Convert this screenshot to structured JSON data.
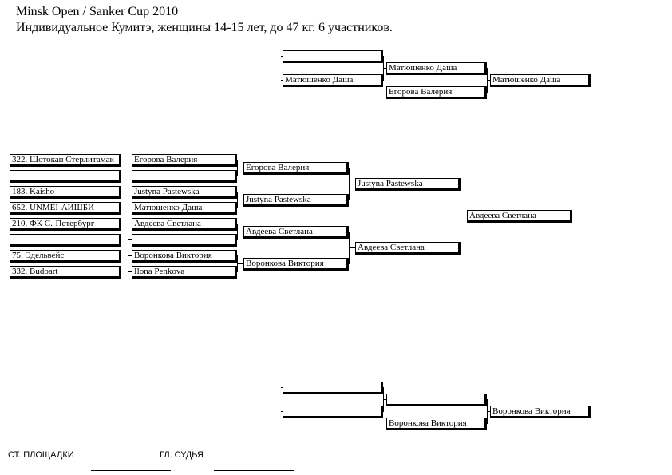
{
  "header": {
    "title": "Minsk Open / Sanker Cup 2010",
    "subtitle": "Индивидуальное Кумитэ, женщины 14-15 лет, до  47 кг. 6 участников."
  },
  "clubs": [
    "322. Шотокан Стерлитамак",
    "",
    "183. Kaisho",
    "652. UNMEI-АИШБИ",
    "210. ФК С.-Петербург",
    "",
    "75. Эдельвейс",
    "332. Budoart"
  ],
  "round1": [
    "Егорова Валерия",
    "",
    "Justyna Pastewska",
    "Матюшенко Даша",
    "Авдеева Светлана",
    "",
    "Воронкова Виктория",
    "Ilona Penkova"
  ],
  "quarterfinals": [
    "Егорова Валерия",
    "Justyna Pastewska",
    "Авдеева Светлана",
    "Воронкова Виктория"
  ],
  "semifinals": [
    "Justyna Pastewska",
    "Авдеева Светлана"
  ],
  "final": "Авдеева Светлана",
  "repechage_top": {
    "round1": [
      "",
      "Матюшенко Даша"
    ],
    "round2": [
      "Матюшенко Даша",
      "Егорова Валерия"
    ],
    "winner": "Матюшенко Даша"
  },
  "repechage_bottom": {
    "round1": [
      "",
      ""
    ],
    "round2": [
      "",
      "Воронкова Виктория"
    ],
    "winner": "Воронкова Виктория"
  },
  "footer": {
    "site_chief_label": "СТ. ПЛОЩАДКИ",
    "chief_judge_label": "ГЛ. СУДЬЯ"
  }
}
